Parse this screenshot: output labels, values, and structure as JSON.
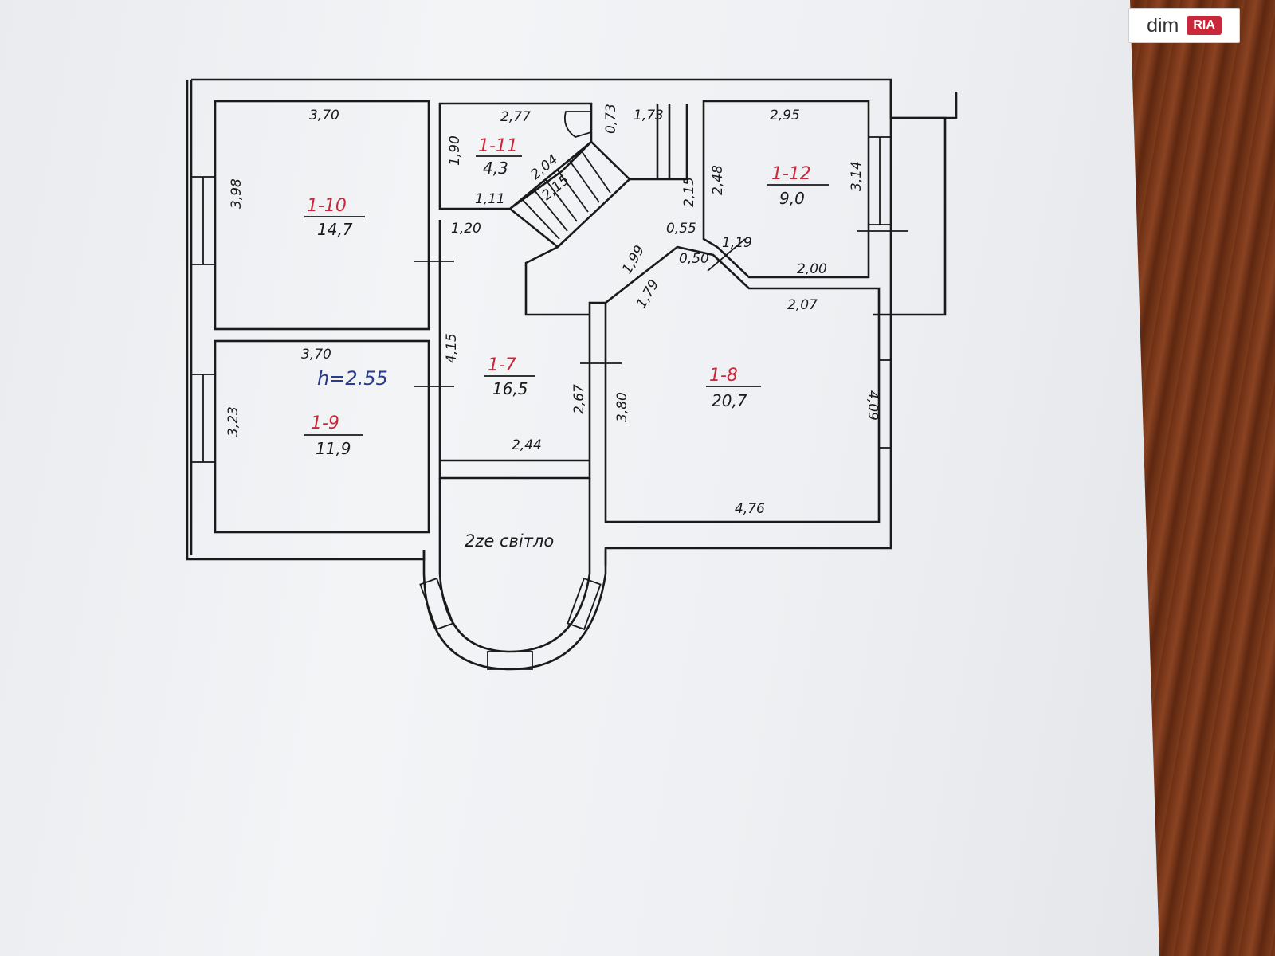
{
  "watermark": {
    "text": "dim",
    "tag": "RIA"
  },
  "plan": {
    "height_note": "h=2.55",
    "second_light": "2ze світло",
    "rooms": [
      {
        "id": "1-10",
        "area": "14,7"
      },
      {
        "id": "1-11",
        "area": "4,3"
      },
      {
        "id": "1-12",
        "area": "9,0"
      },
      {
        "id": "1-7",
        "area": "16,5"
      },
      {
        "id": "1-8",
        "area": "20,7"
      },
      {
        "id": "1-9",
        "area": "11,9"
      }
    ],
    "dimensions": {
      "r10_top": "3,70",
      "r10_side": "3,98",
      "r9_top": "3,70",
      "r9_side": "3,23",
      "r11_top": "2,77",
      "r11_side": "1,90",
      "r11_diag": "2,04",
      "r11_door": "1,11",
      "hall_door": "1,20",
      "stair": "2,15",
      "stair_top1": "0,73",
      "stair_top2": "1,73",
      "r12_top": "2,95",
      "r12_left": "2,48",
      "r12_right": "3,14",
      "r12_small": "2,15",
      "r12_bottom": "2,00",
      "r12_diag": "1,19",
      "d055": "0,55",
      "d050": "0,50",
      "d199": "1,99",
      "d179": "1,79",
      "hall_height": "4,15",
      "hall_wall": "2,67",
      "hall_bottom": "2,44",
      "r8_top": "2,07",
      "r8_left": "3,80",
      "r8_right": "4,09",
      "r8_bottom": "4,76"
    }
  }
}
